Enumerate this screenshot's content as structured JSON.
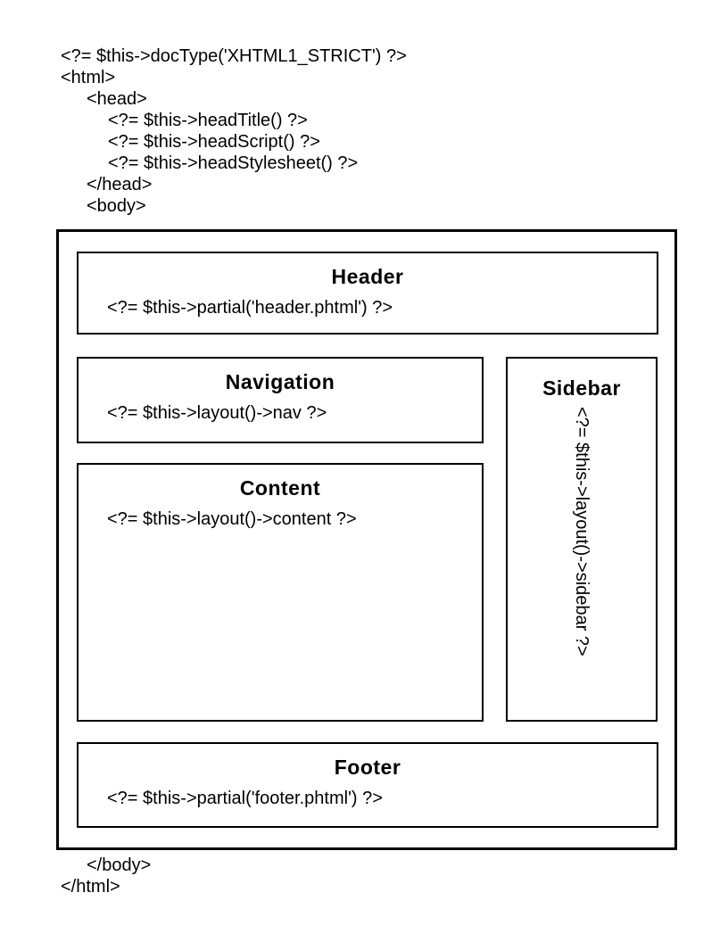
{
  "document": {
    "top_code": [
      "<?= $this->docType('XHTML1_STRICT') ?>",
      "<html>",
      "<head>",
      "<?= $this->headTitle() ?>",
      "<?= $this->headScript() ?>",
      "<?= $this->headStylesheet() ?>",
      "</head>",
      "<body>"
    ],
    "bottom_code": [
      "</body>",
      "</html>"
    ],
    "boxes": {
      "header": {
        "title": "Header",
        "code": "<?= $this->partial('header.phtml') ?>"
      },
      "navigation": {
        "title": "Navigation",
        "code": "<?= $this->layout()->nav ?>"
      },
      "sidebar": {
        "title": "Sidebar",
        "code": "<?= $this->layout()->sidebar ?>"
      },
      "content": {
        "title": "Content",
        "code": "<?= $this->layout()->content ?>"
      },
      "footer": {
        "title": "Footer",
        "code": "<?= $this->partial('footer.phtml') ?>"
      }
    },
    "colors": {
      "background": "#ffffff",
      "border": "#000000",
      "text": "#000000"
    }
  }
}
